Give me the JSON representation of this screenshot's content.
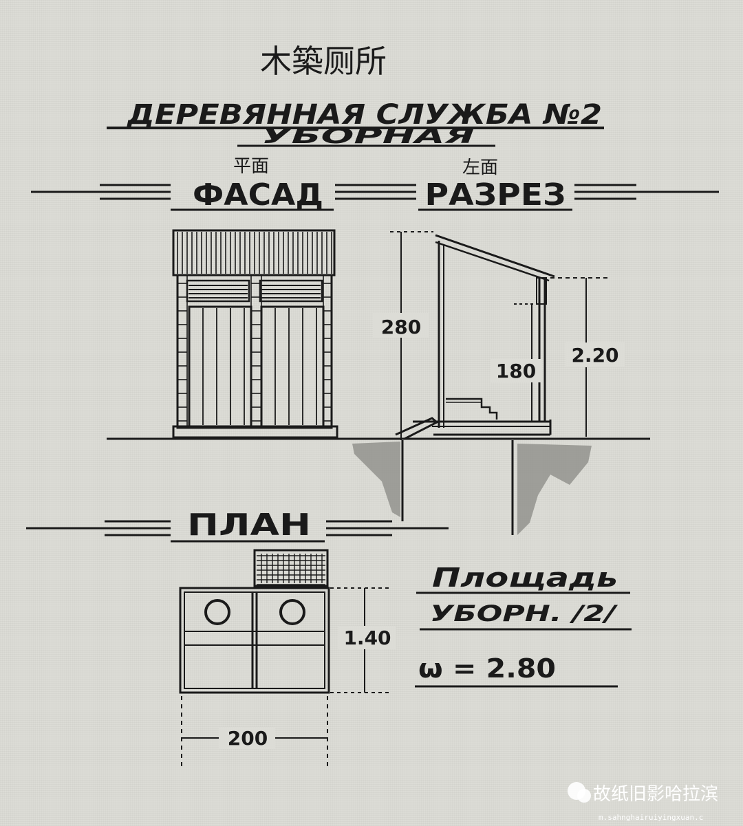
{
  "title_chinese": "木築厕所",
  "title_russian": "ДЕРЕВЯННАЯ СЛУЖБА №2",
  "subtitle_russian": "УБОРНАЯ",
  "sections": {
    "facade": {
      "label": "ФАСАД",
      "chinese": "平面"
    },
    "section": {
      "label": "РАЗРЕЗ",
      "chinese": "左面"
    },
    "plan": {
      "label": "ПЛАН"
    }
  },
  "dimensions": {
    "total_height": "280",
    "door_height": "180",
    "rear_height": "2.20",
    "plan_depth": "1.40",
    "plan_width": "200"
  },
  "area_note": {
    "line1": "Площадь",
    "line2": "УБОРН. /2/",
    "line3": "ω = 2.80"
  },
  "watermark": {
    "text": "故纸旧影哈拉滨",
    "url": "m.sahnghairuiyingxuan.c"
  },
  "colors": {
    "paper": "#dcdcd6",
    "ink": "#1a1a1a"
  }
}
